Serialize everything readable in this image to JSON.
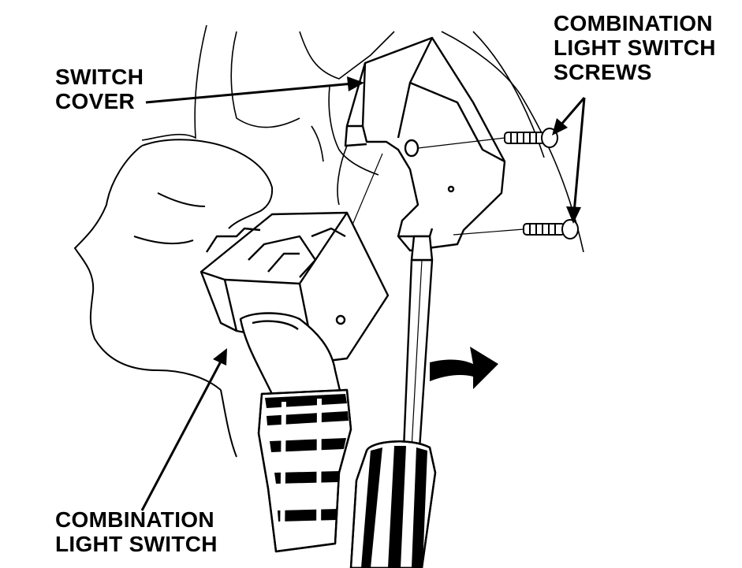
{
  "labels": {
    "switch_cover": [
      "SWITCH",
      "COVER"
    ],
    "screws": [
      "COMBINATION",
      "LIGHT SWITCH",
      "SCREWS"
    ],
    "combination_switch": [
      "COMBINATION",
      "LIGHT SWITCH"
    ]
  },
  "colors": {
    "ink": "#000000",
    "paper": "#ffffff"
  }
}
